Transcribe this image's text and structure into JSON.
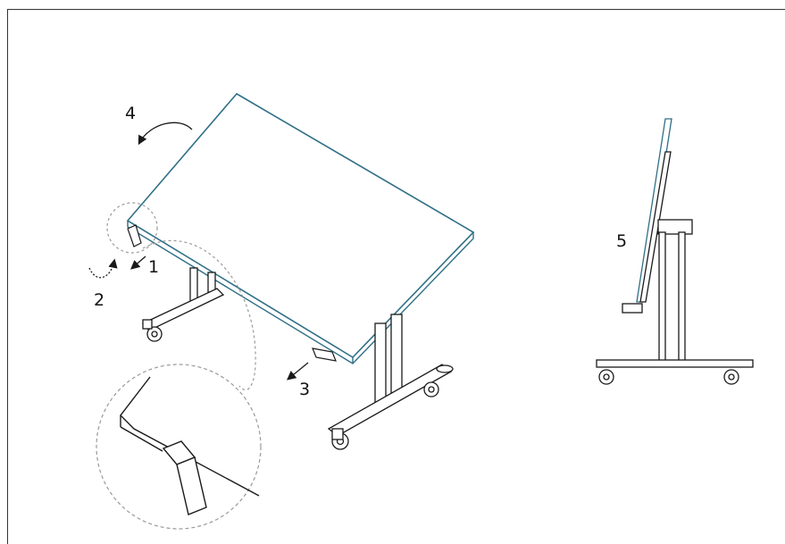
{
  "callouts": {
    "step1": "1",
    "step2": "2",
    "step3": "3",
    "step4": "4",
    "step5": "5"
  },
  "colors": {
    "tabletop_edge": "#2f6f86",
    "line": "#1a1a1a",
    "detail_circle": "#9a9a9a"
  }
}
